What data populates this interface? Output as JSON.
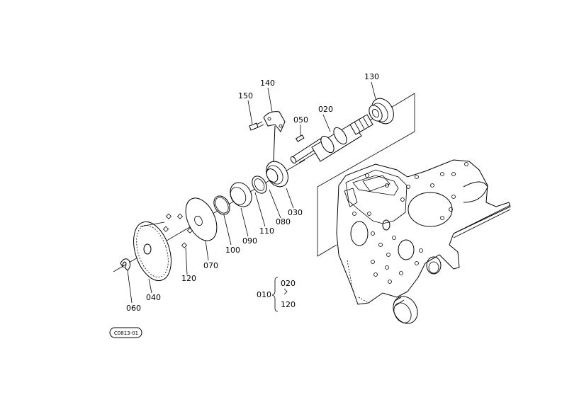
{
  "parts": {
    "p130": "130",
    "p140": "140",
    "p150": "150",
    "p050": "050",
    "p020": "020",
    "p030": "030",
    "p080": "080",
    "p110": "110",
    "p090": "090",
    "p100": "100",
    "p070": "070",
    "p120": "120",
    "p040": "040",
    "p060": "060"
  },
  "assembly": {
    "ref": "010",
    "range_start": "020",
    "range_end": "120"
  },
  "stamp": "C0813-01"
}
